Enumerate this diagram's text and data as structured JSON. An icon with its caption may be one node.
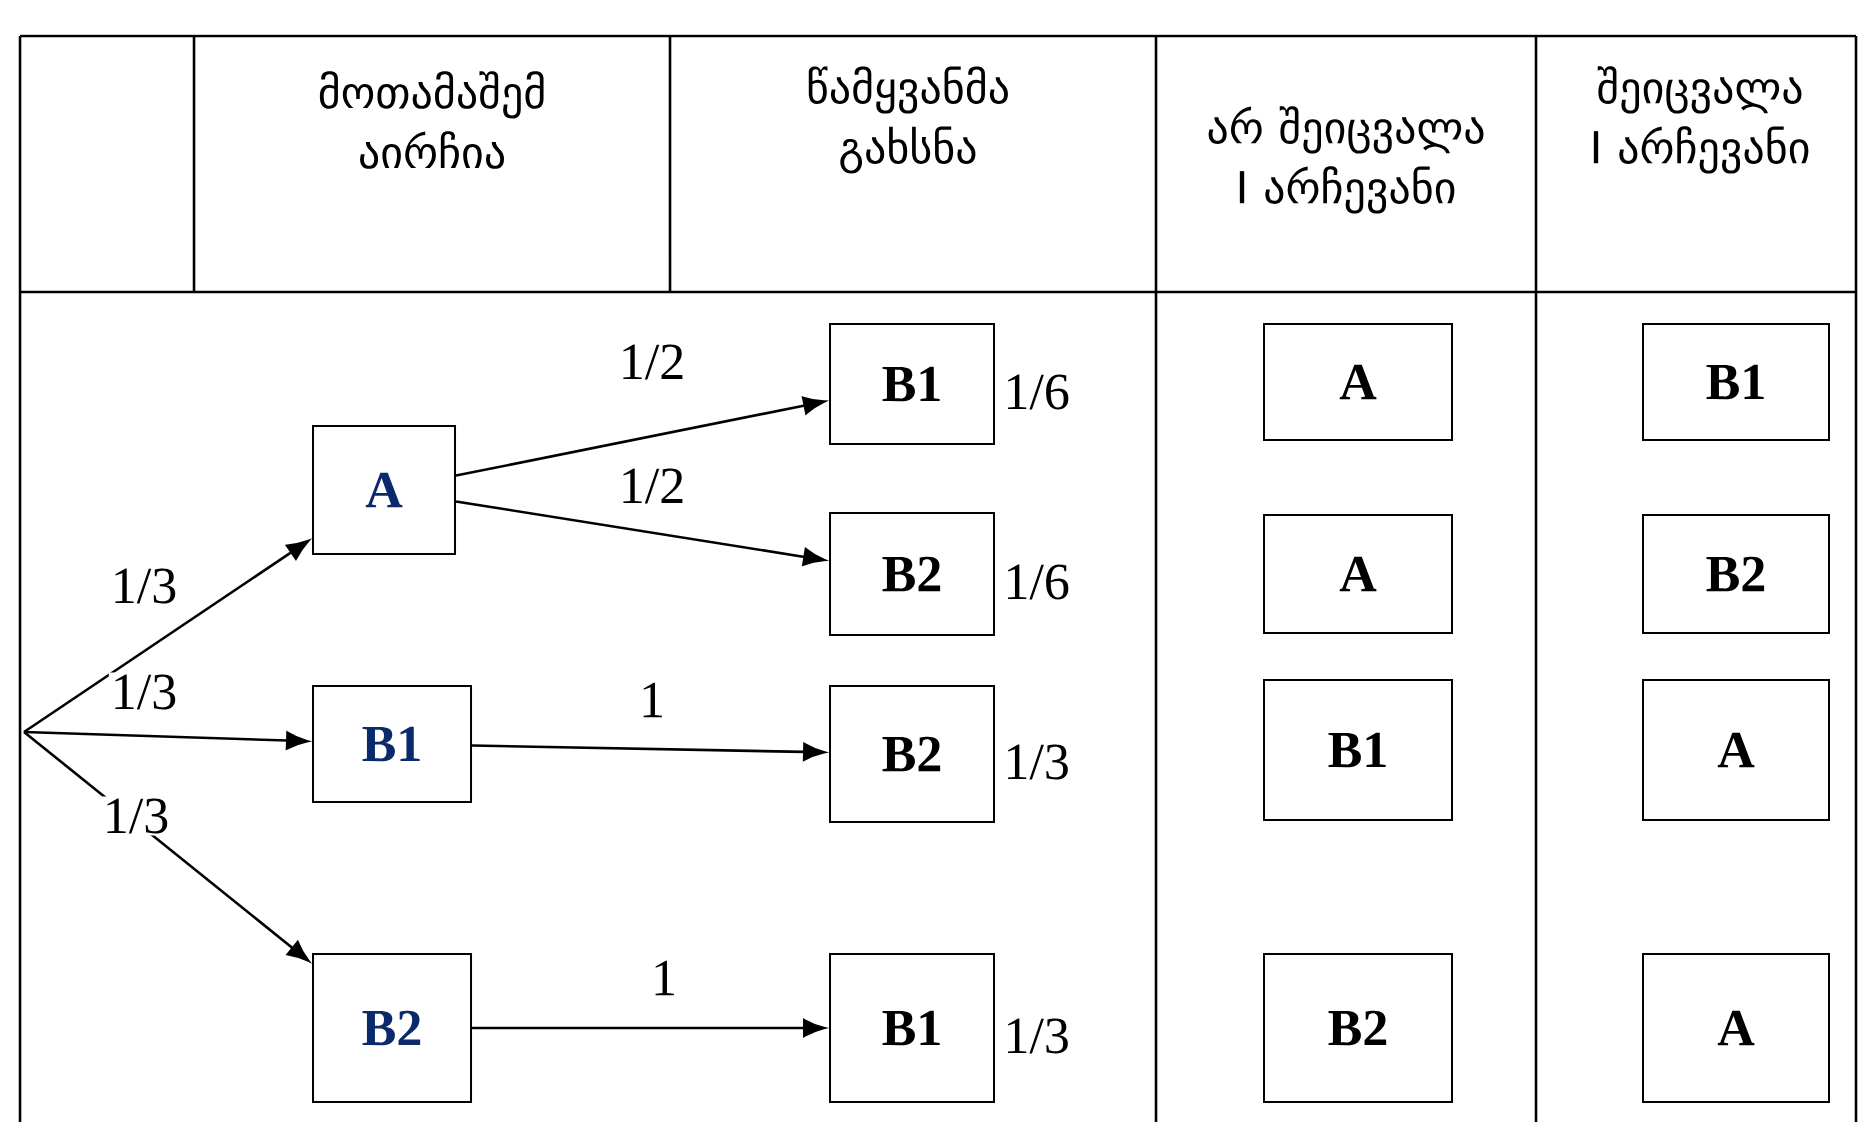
{
  "diagram": {
    "nodes": [
      {
        "text": [
          "A"
        ]
      },
      {
        "text": [
          "B1"
        ],
        "beside": [
          "1/6"
        ]
      },
      {
        "text": [
          "B2"
        ],
        "beside": [
          "1/6"
        ]
      },
      {
        "text": [
          "B1"
        ]
      },
      {
        "text": [
          "B2"
        ],
        "beside": [
          "1/3"
        ]
      },
      {
        "text": [
          "B2"
        ]
      },
      {
        "text": [
          "B1"
        ],
        "beside": [
          "1/3"
        ]
      },
      {
        "text": [
          "A"
        ]
      },
      {
        "text": [
          "B1"
        ]
      },
      {
        "text": [
          "A"
        ]
      },
      {
        "text": [
          "B2"
        ]
      },
      {
        "text": [
          "B1"
        ]
      },
      {
        "text": [
          "A"
        ]
      },
      {
        "text": [
          "B2"
        ]
      },
      {
        "text": [
          "A"
        ]
      }
    ],
    "edges": [
      {
        "from": null,
        "to": 0,
        "arrow": "to",
        "label": "1/3"
      },
      {
        "from": null,
        "to": 3,
        "arrow": "to",
        "label": "1/3"
      },
      {
        "from": null,
        "to": 5,
        "arrow": "to",
        "label": "1/3"
      },
      {
        "from": 0,
        "to": 1,
        "arrow": "to",
        "label": "1/2"
      },
      {
        "from": 0,
        "to": 2,
        "arrow": "to",
        "label": "1/2"
      },
      {
        "from": 3,
        "to": 4,
        "arrow": "to",
        "label": "1"
      },
      {
        "from": 5,
        "to": 6,
        "arrow": "to",
        "label": "1"
      }
    ],
    "labels": [
      "მოთამაშემ აირჩია",
      "წამყვანმა გახსნა",
      "არ შეიცვალა I არჩევანი",
      "შეიცვალა I არჩევანი"
    ]
  }
}
